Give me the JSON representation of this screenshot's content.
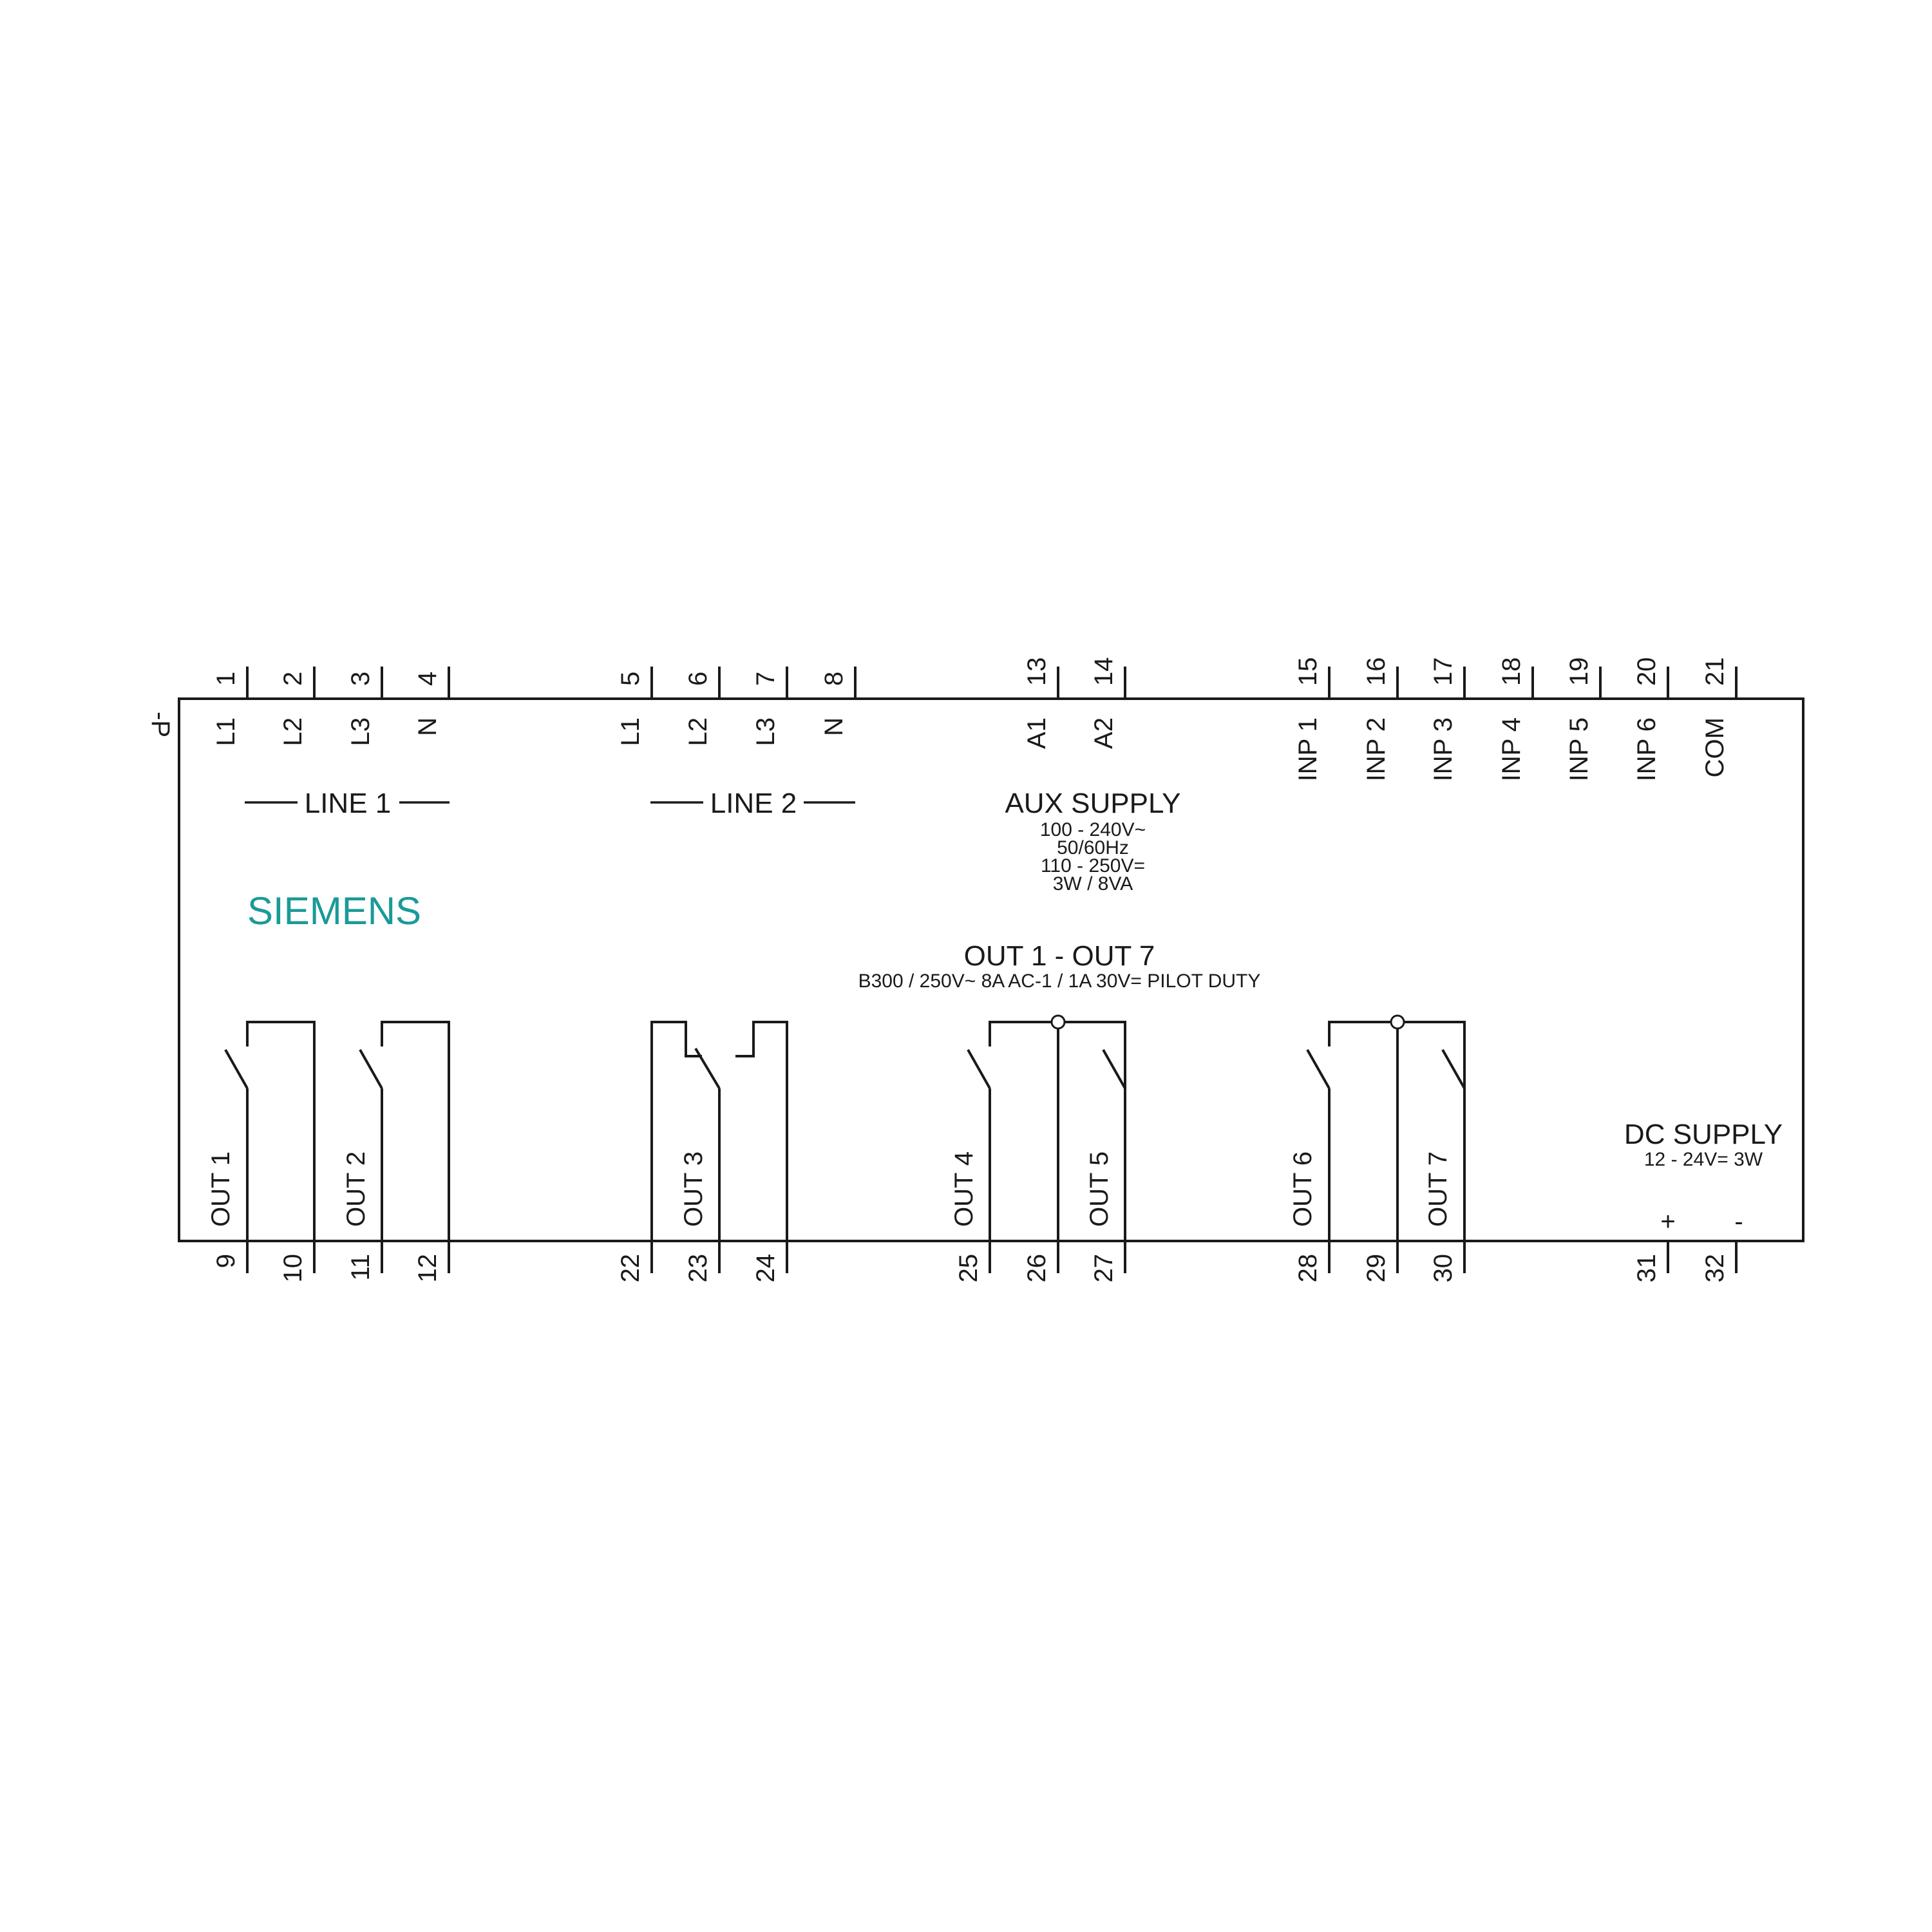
{
  "device_tag": "-P",
  "brand": {
    "text": "SIEMENS",
    "color": "#1a9a98"
  },
  "top_terminals": [
    "1",
    "2",
    "3",
    "4",
    "5",
    "6",
    "7",
    "8",
    "13",
    "14",
    "15",
    "16",
    "17",
    "18",
    "19",
    "20",
    "21"
  ],
  "top_labels": [
    "L1",
    "L2",
    "L3",
    "N",
    "L1",
    "L2",
    "L3",
    "N",
    "A1",
    "A2",
    "INP 1",
    "INP 2",
    "INP 3",
    "INP 4",
    "INP 5",
    "INP 6",
    "COM"
  ],
  "bottom_terminals": [
    "9",
    "10",
    "11",
    "12",
    "22",
    "23",
    "24",
    "25",
    "26",
    "27",
    "28",
    "29",
    "30",
    "31",
    "32"
  ],
  "line1": "LINE 1",
  "line2": "LINE 2",
  "aux": {
    "title": "AUX SUPPLY",
    "spec1": "100 - 240V~",
    "spec2": "50/60Hz",
    "spec3": "110 - 250V=",
    "spec4": "3W / 8VA"
  },
  "outputs": {
    "title": "OUT 1 - OUT 7",
    "rating": "B300 / 250V~ 8A AC-1 / 1A 30V= PILOT DUTY",
    "labels": [
      "OUT 1",
      "OUT 2",
      "OUT 3",
      "OUT 4",
      "OUT 5",
      "OUT 6",
      "OUT 7"
    ]
  },
  "dc": {
    "title": "DC SUPPLY",
    "spec": "12 - 24V= 3W",
    "plus": "+",
    "minus": "-"
  }
}
